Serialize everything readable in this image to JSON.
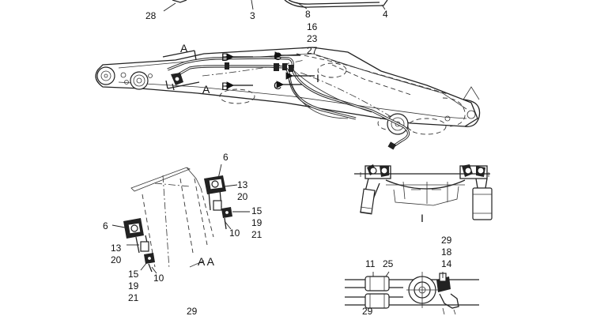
{
  "top_labels": [
    "28",
    "3",
    "8",
    "16",
    "23",
    "27",
    "4"
  ],
  "section_markers": {
    "a_top": "A",
    "a_bottom": "A",
    "b_top": "B",
    "b_bottom": "B",
    "c_top": "C",
    "c_bottom": "C",
    "i_arrow": "I"
  },
  "detail_i": {
    "label": "I"
  },
  "detail_aa": {
    "label": "A A",
    "parts": [
      "6",
      "13",
      "20",
      "15",
      "19",
      "21",
      "10",
      "6",
      "13",
      "20",
      "15",
      "19",
      "21",
      "10",
      "29"
    ]
  },
  "detail_bottom_right": {
    "parts": [
      "29",
      "18",
      "14",
      "11",
      "25",
      "29"
    ]
  }
}
